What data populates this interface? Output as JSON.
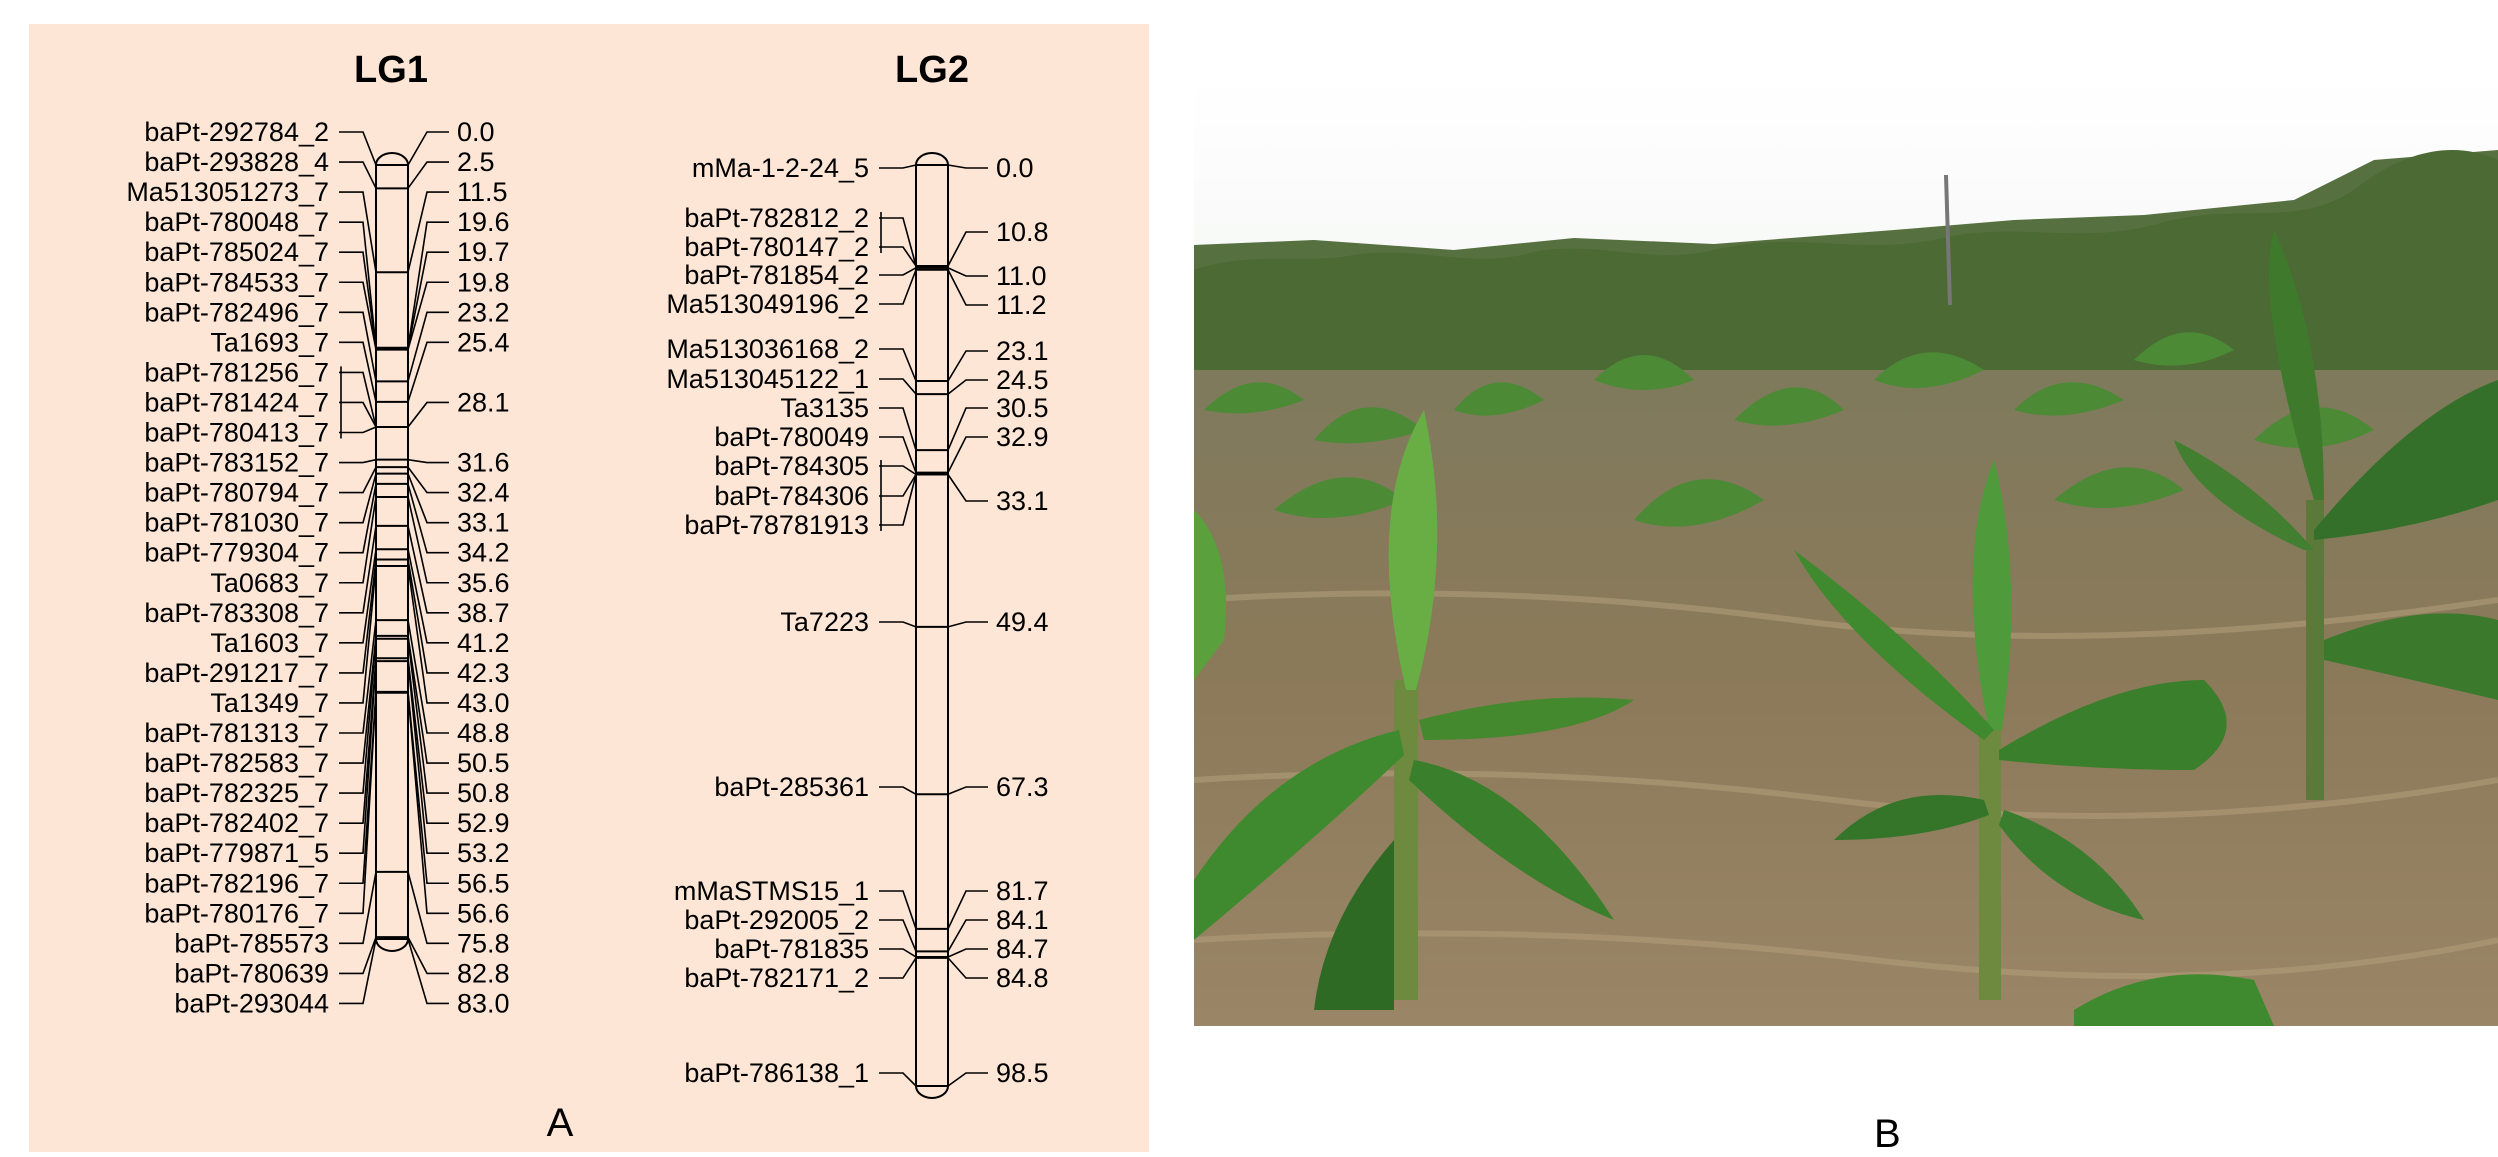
{
  "panel_a": {
    "letter": "A",
    "groups": [
      {
        "title": "LG1",
        "markers": [
          {
            "name": "baPt-292784_2",
            "cm": 0.0,
            "pos": "0.0"
          },
          {
            "name": "baPt-293828_4",
            "cm": 2.5,
            "pos": "2.5"
          },
          {
            "name": "Ma513051273_7",
            "cm": 11.5,
            "pos": "11.5"
          },
          {
            "name": "baPt-780048_7",
            "cm": 19.6,
            "pos": "19.6"
          },
          {
            "name": "baPt-785024_7",
            "cm": 19.7,
            "pos": "19.7"
          },
          {
            "name": "baPt-784533_7",
            "cm": 19.8,
            "pos": "19.8"
          },
          {
            "name": "baPt-782496_7",
            "cm": 23.2,
            "pos": "23.2"
          },
          {
            "name": "Ta1693_7",
            "cm": 25.4,
            "pos": "25.4"
          },
          {
            "name": "baPt-781256_7",
            "cm": 28.1,
            "pos": ""
          },
          {
            "name": "baPt-781424_7",
            "cm": 28.1,
            "pos": "28.1"
          },
          {
            "name": "baPt-780413_7",
            "cm": 28.1,
            "pos": ""
          },
          {
            "name": "baPt-783152_7",
            "cm": 31.6,
            "pos": "31.6"
          },
          {
            "name": "baPt-780794_7",
            "cm": 32.4,
            "pos": "32.4"
          },
          {
            "name": "baPt-781030_7",
            "cm": 33.1,
            "pos": "33.1"
          },
          {
            "name": "baPt-779304_7",
            "cm": 34.2,
            "pos": "34.2"
          },
          {
            "name": "Ta0683_7",
            "cm": 35.6,
            "pos": "35.6"
          },
          {
            "name": "baPt-783308_7",
            "cm": 38.7,
            "pos": "38.7"
          },
          {
            "name": "Ta1603_7",
            "cm": 41.2,
            "pos": "41.2"
          },
          {
            "name": "baPt-291217_7",
            "cm": 42.3,
            "pos": "42.3"
          },
          {
            "name": "Ta1349_7",
            "cm": 43.0,
            "pos": "43.0"
          },
          {
            "name": "baPt-781313_7",
            "cm": 48.8,
            "pos": "48.8"
          },
          {
            "name": "baPt-782583_7",
            "cm": 50.5,
            "pos": "50.5"
          },
          {
            "name": "baPt-782325_7",
            "cm": 50.8,
            "pos": "50.8"
          },
          {
            "name": "baPt-782402_7",
            "cm": 52.9,
            "pos": "52.9"
          },
          {
            "name": "baPt-779871_5",
            "cm": 53.2,
            "pos": "53.2"
          },
          {
            "name": "baPt-782196_7",
            "cm": 56.5,
            "pos": "56.5"
          },
          {
            "name": "baPt-780176_7",
            "cm": 56.6,
            "pos": "56.6"
          },
          {
            "name": "baPt-785573",
            "cm": 75.8,
            "pos": "75.8"
          },
          {
            "name": "baPt-780639",
            "cm": 82.8,
            "pos": "82.8"
          },
          {
            "name": "baPt-293044",
            "cm": 83.0,
            "pos": "83.0"
          }
        ]
      },
      {
        "title": "LG2",
        "markers": [
          {
            "name": "mMa-1-2-24_5",
            "cm": 0.0,
            "pos": "0.0"
          },
          {
            "name": "baPt-782812_2",
            "cm": 10.8,
            "pos": "10.8"
          },
          {
            "name": "baPt-780147_2",
            "cm": 10.8,
            "pos": ""
          },
          {
            "name": "baPt-781854_2",
            "cm": 11.0,
            "pos": "11.0"
          },
          {
            "name": "Ma513049196_2",
            "cm": 11.2,
            "pos": "11.2"
          },
          {
            "name": "Ma513036168_2",
            "cm": 23.1,
            "pos": "23.1"
          },
          {
            "name": "Ma513045122_1",
            "cm": 24.5,
            "pos": "24.5"
          },
          {
            "name": "Ta3135",
            "cm": 30.5,
            "pos": "30.5"
          },
          {
            "name": "baPt-780049",
            "cm": 32.9,
            "pos": "32.9"
          },
          {
            "name": "baPt-784305",
            "cm": 33.1,
            "pos": ""
          },
          {
            "name": "baPt-784306",
            "cm": 33.1,
            "pos": "33.1"
          },
          {
            "name": "baPt-78781913",
            "cm": 33.1,
            "pos": ""
          },
          {
            "name": "Ta7223",
            "cm": 49.4,
            "pos": "49.4"
          },
          {
            "name": "baPt-285361",
            "cm": 67.3,
            "pos": "67.3"
          },
          {
            "name": "mMaSTMS15_1",
            "cm": 81.7,
            "pos": "81.7"
          },
          {
            "name": "baPt-292005_2",
            "cm": 84.1,
            "pos": "84.1"
          },
          {
            "name": "baPt-781835",
            "cm": 84.7,
            "pos": "84.7"
          },
          {
            "name": "baPt-782171_2",
            "cm": 84.8,
            "pos": "84.8"
          },
          {
            "name": "baPt-786138_1",
            "cm": 98.5,
            "pos": "98.5"
          }
        ]
      }
    ]
  },
  "panel_b": {
    "letter": "B",
    "photo": "banana-plantation-field"
  },
  "colors": {
    "panel_a_background": "#fde6d6",
    "line": "#000000",
    "sky": "#ffffff",
    "leaf": "#3f7a2c",
    "ground": "#8a7656"
  }
}
